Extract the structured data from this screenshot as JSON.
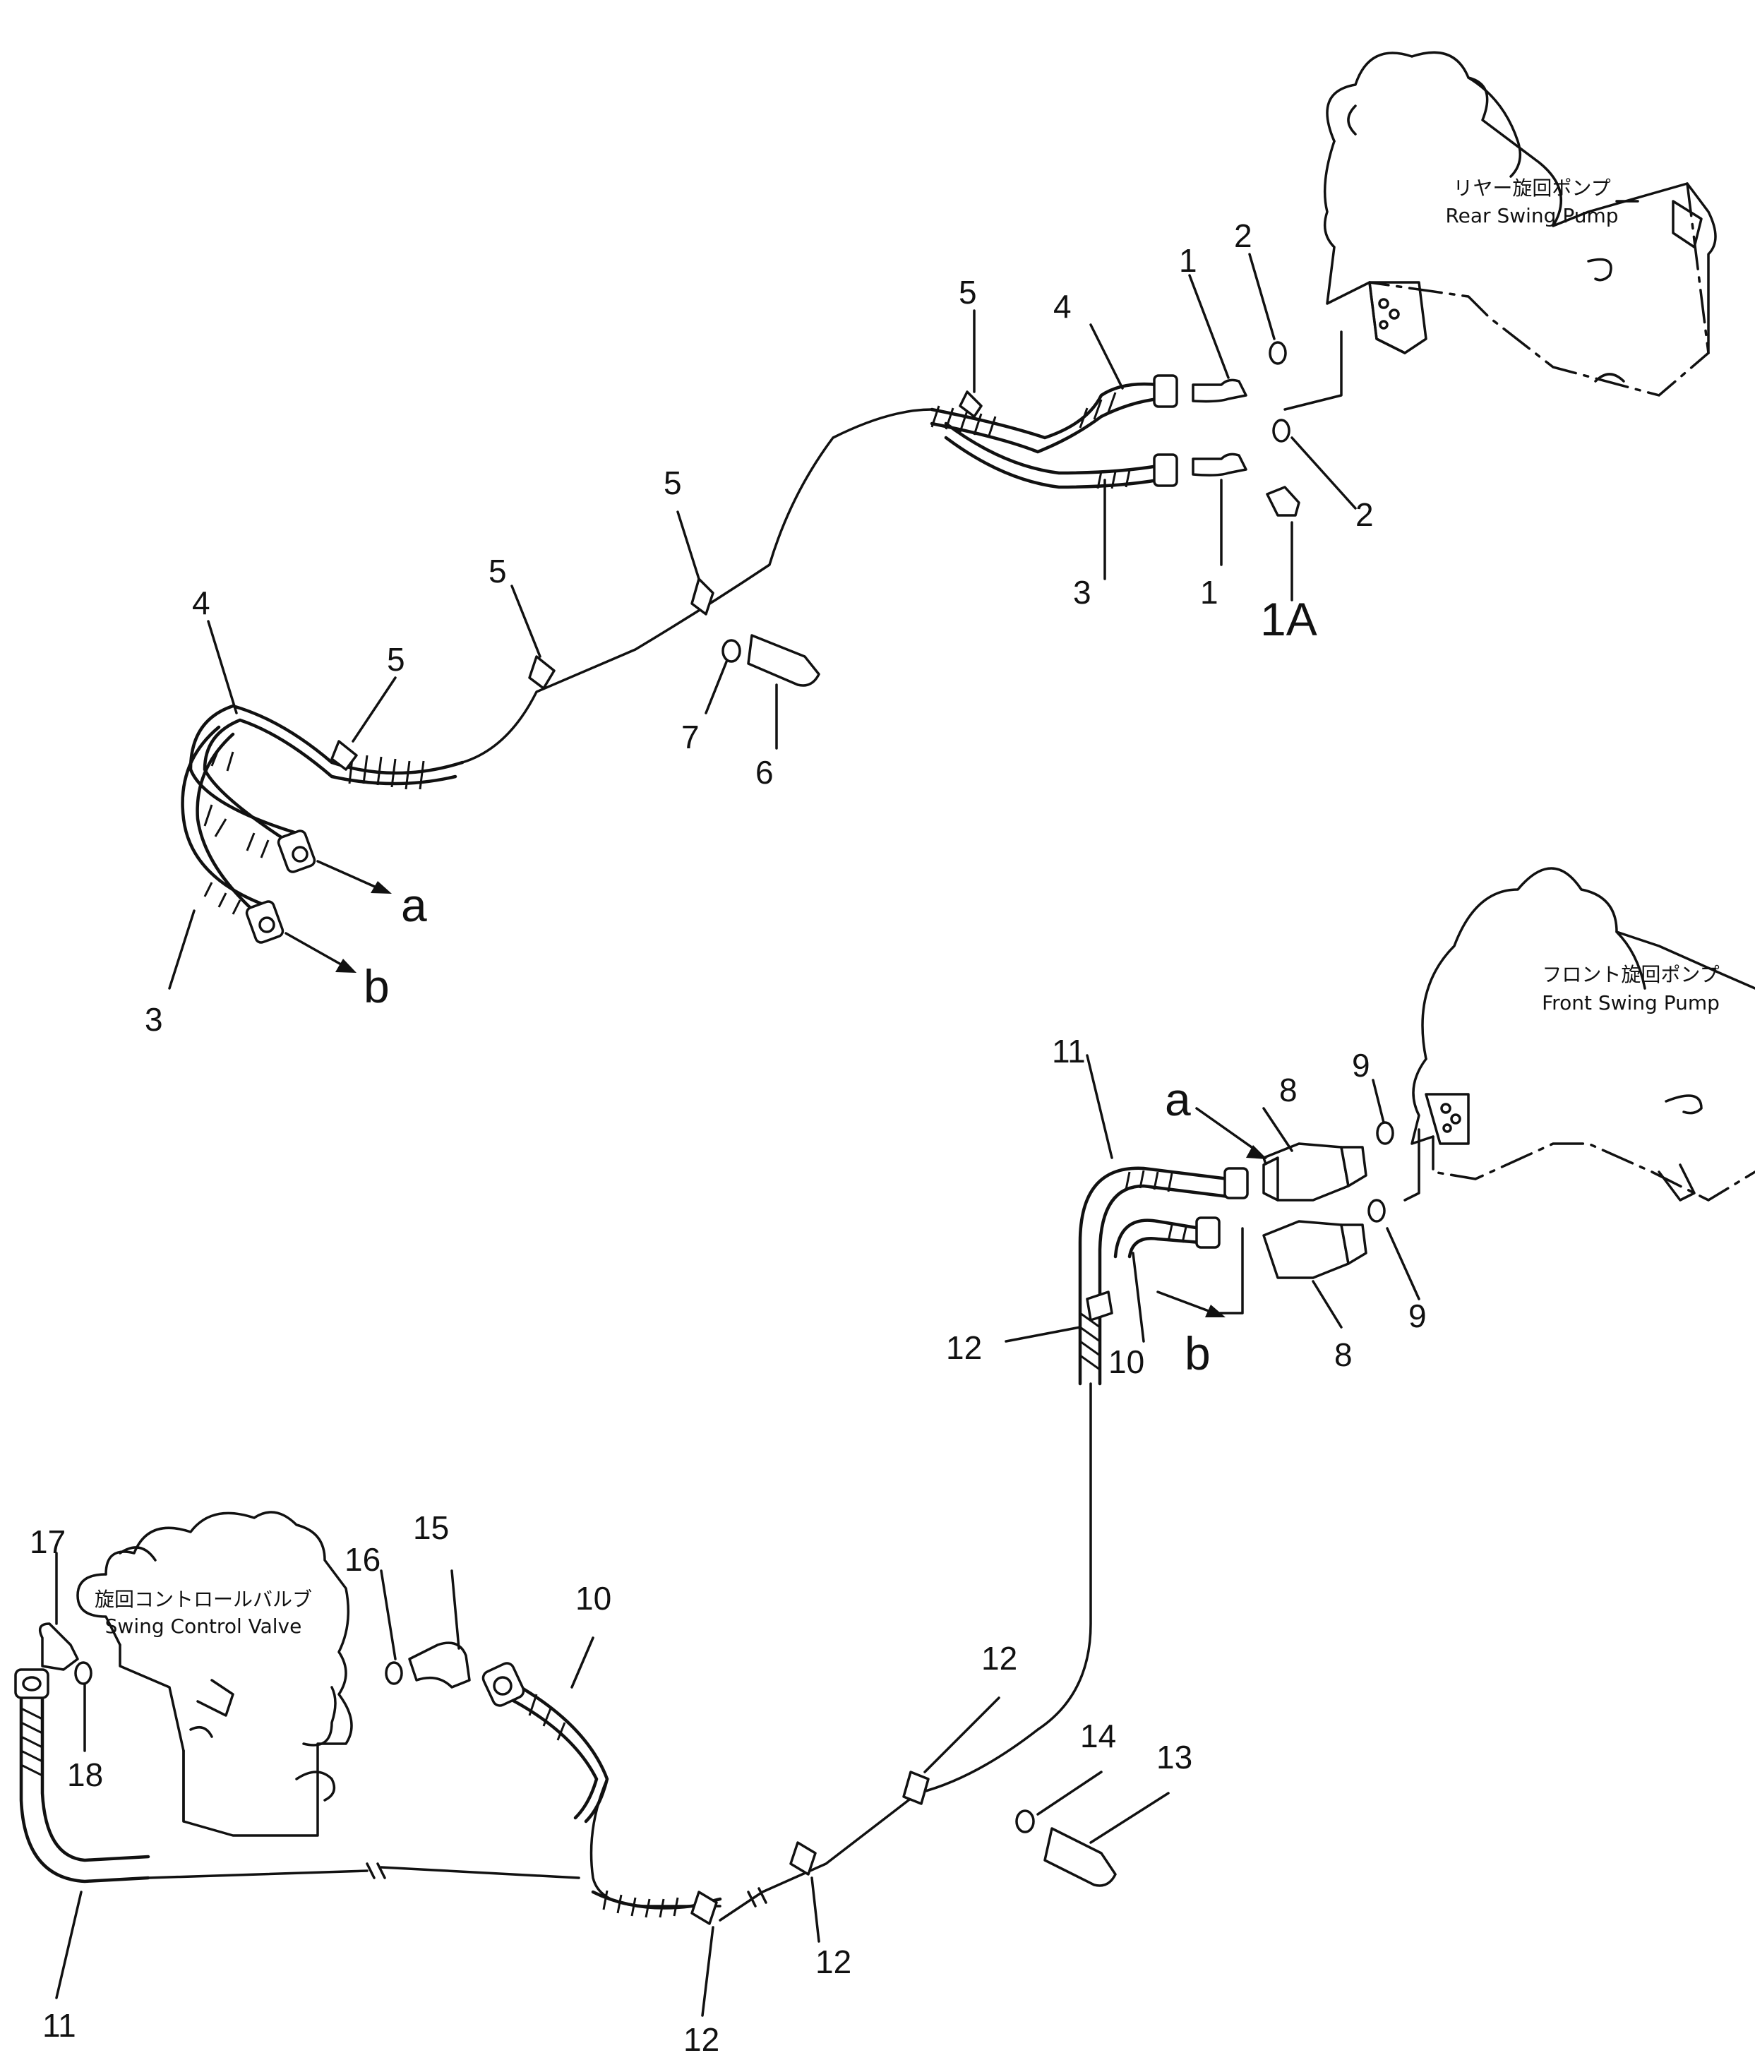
{
  "components": {
    "rear_pump": {
      "jp": "リヤー旋回ポンプ",
      "en": "Rear  Swing  Pump"
    },
    "front_pump": {
      "jp": "フロント旋回ポンプ",
      "en": "Front  Swing  Pump"
    },
    "control_valve": {
      "jp": "旋回コントロールバルブ",
      "en": "Swing  Control  Valve"
    }
  },
  "connections": {
    "a": "a",
    "b": "b"
  },
  "callouts": {
    "c1a": "1",
    "c1b": "1",
    "c1A": "1A",
    "c2a": "2",
    "c2b": "2",
    "c3a": "3",
    "c3b": "3",
    "c4a": "4",
    "c4b": "4",
    "c5a": "5",
    "c5b": "5",
    "c5c": "5",
    "c5d": "5",
    "c6": "6",
    "c7": "7",
    "c8a": "8",
    "c8b": "8",
    "c9a": "9",
    "c9b": "9",
    "c10a": "10",
    "c10b": "10",
    "c11a": "11",
    "c11b": "11",
    "c12a": "12",
    "c12b": "12",
    "c12c": "12",
    "c12d": "12",
    "c13": "13",
    "c14": "14",
    "c15": "15",
    "c16": "16",
    "c17": "17",
    "c18": "18"
  }
}
